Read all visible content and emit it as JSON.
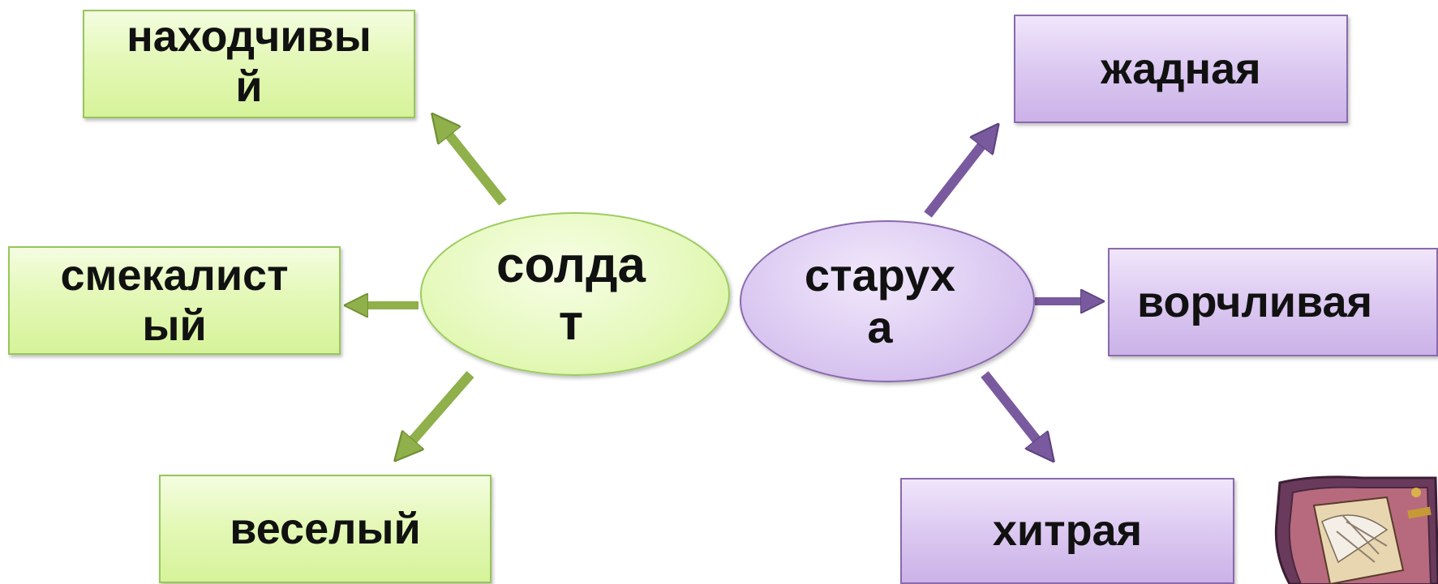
{
  "soldier": {
    "center_label": "солда\nт",
    "traits": {
      "resourceful": "находчивы\nй",
      "clever": "смекалист\nый",
      "cheerful": "веселый"
    }
  },
  "old_woman": {
    "center_label": "старух\nа",
    "traits": {
      "greedy": "жадная",
      "grumpy": "ворчливая",
      "sly": "хитрая"
    }
  },
  "colors": {
    "green_accent": "#8fb04a",
    "purple_accent": "#7a5a9e"
  },
  "decoration": "book-illustration-icon"
}
